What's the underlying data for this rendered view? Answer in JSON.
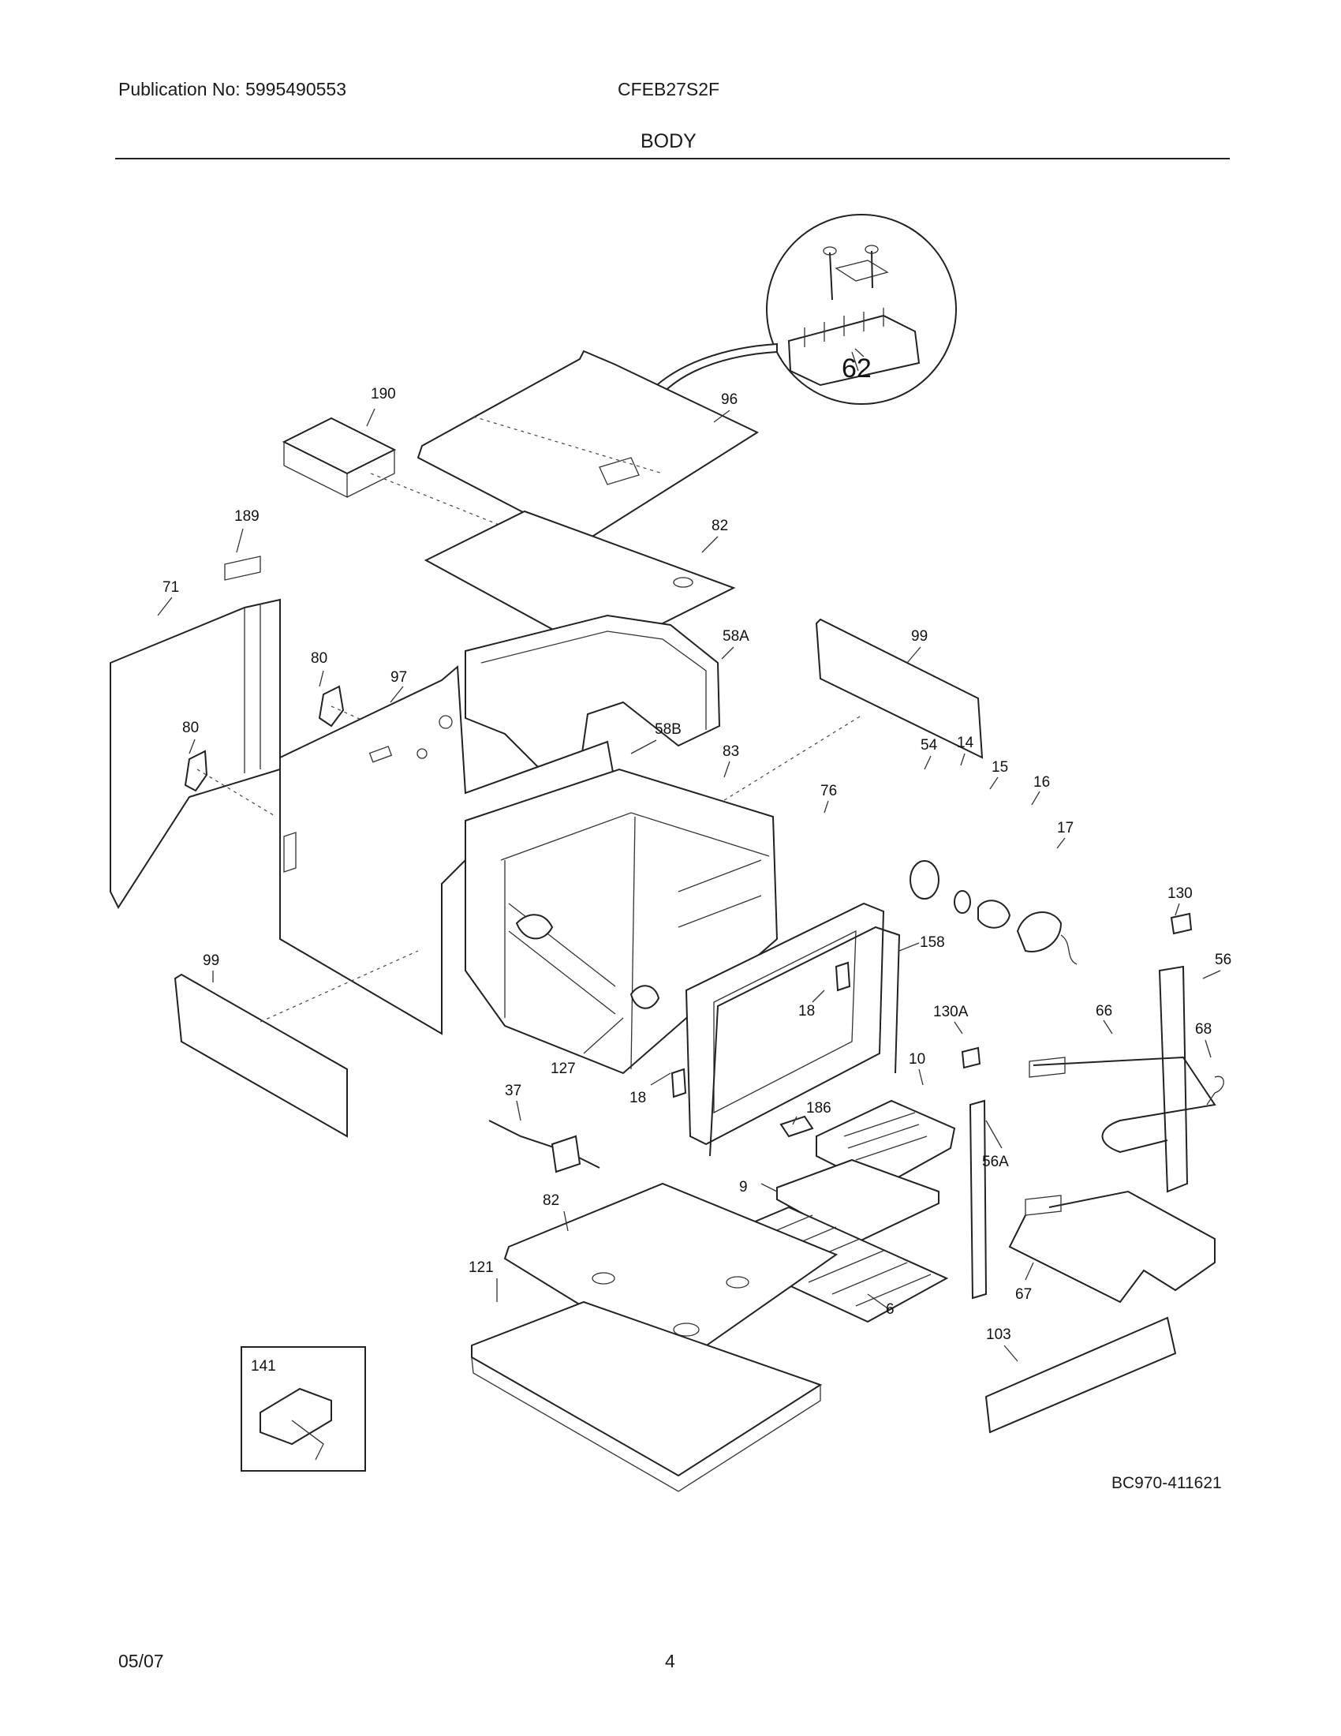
{
  "header": {
    "publication": "Publication No: 5995490553",
    "model": "CFEB27S2F",
    "section": "BODY"
  },
  "diagram": {
    "code": "BC970-411621",
    "callouts": {
      "c62": "62",
      "c190": "190",
      "c96": "96",
      "c189": "189",
      "c82a": "82",
      "c71": "71",
      "c80a": "80",
      "c97": "97",
      "c58a": "58A",
      "c99a": "99",
      "c80b": "80",
      "c58b": "58B",
      "c54": "54",
      "c14": "14",
      "c15": "15",
      "c16": "16",
      "c17": "17",
      "c83": "83",
      "c76": "76",
      "c130": "130",
      "c158": "158",
      "c56": "56",
      "c99b": "99",
      "c18a": "18",
      "c130a": "130A",
      "c66": "66",
      "c68": "68",
      "c127": "127",
      "c10": "10",
      "c18b": "18",
      "c37": "37",
      "c186": "186",
      "c9": "9",
      "c56a": "56A",
      "c82b": "82",
      "c121": "121",
      "c67": "67",
      "c6": "6",
      "c141": "141",
      "c103": "103"
    }
  },
  "footer": {
    "date": "05/07",
    "page": "4"
  }
}
